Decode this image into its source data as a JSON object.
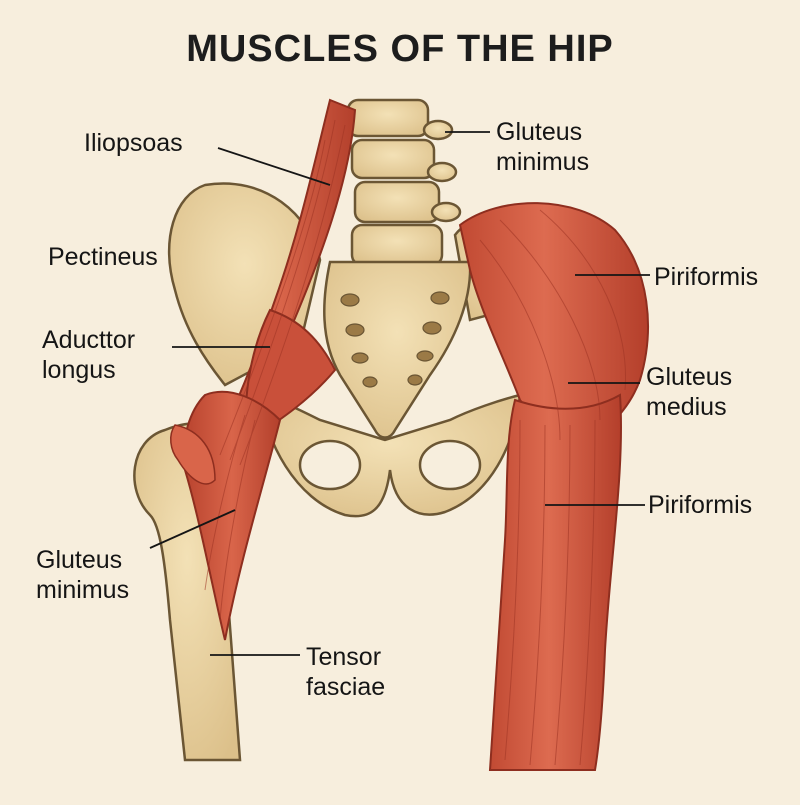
{
  "title": "MUSCLES OF THE HIP",
  "labels": {
    "iliopsoas": "Iliopsoas",
    "gluteus_minimus_top": [
      "Gluteus",
      "minimus"
    ],
    "pectineus": "Pectineus",
    "adductor_longus": [
      "Aducttor",
      "longus"
    ],
    "gluteus_minimus_bottom": [
      "Gluteus",
      "minimus"
    ],
    "tensor_fasciae": [
      "Tensor",
      "fasciae"
    ],
    "piriformis_top": "Piriformis",
    "gluteus_medius": [
      "Gluteus",
      "medius"
    ],
    "piriformis_bottom": "Piriformis"
  },
  "colors": {
    "background": "#f7eedd",
    "bone": "#ecd6a3",
    "bone_outline": "#6b5634",
    "muscle": "#cf5a40",
    "muscle_dark": "#9e3424",
    "muscle_light": "#e07a5f",
    "text": "#151515"
  }
}
